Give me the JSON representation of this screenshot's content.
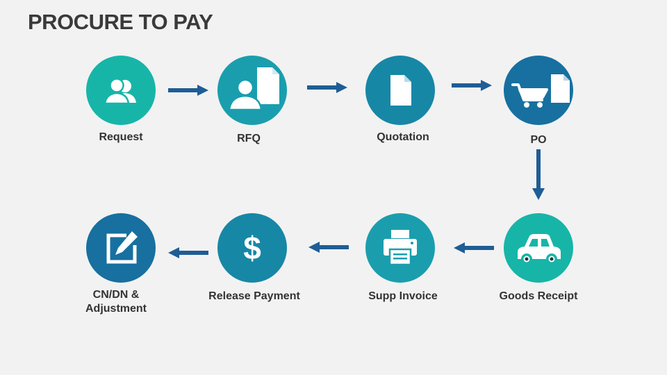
{
  "title": "PROCURE TO PAY",
  "colors": {
    "teal": "#17b5a8",
    "teal_mid": "#1a9eae",
    "blue_teal": "#1787a6",
    "blue": "#1770a0",
    "arrow": "#1f5d96"
  },
  "steps": [
    {
      "label": "Request",
      "icon": "users-icon"
    },
    {
      "label": "RFQ",
      "icon": "user-document-icon"
    },
    {
      "label": "Quotation",
      "icon": "document-icon"
    },
    {
      "label": "PO",
      "icon": "cart-document-icon"
    },
    {
      "label": "Goods Receipt",
      "icon": "car-icon"
    },
    {
      "label": "Supp Invoice",
      "icon": "printer-icon"
    },
    {
      "label": "Release Payment",
      "icon": "dollar-icon"
    },
    {
      "label": "CN/DN &\nAdjustment",
      "icon": "edit-icon"
    }
  ]
}
